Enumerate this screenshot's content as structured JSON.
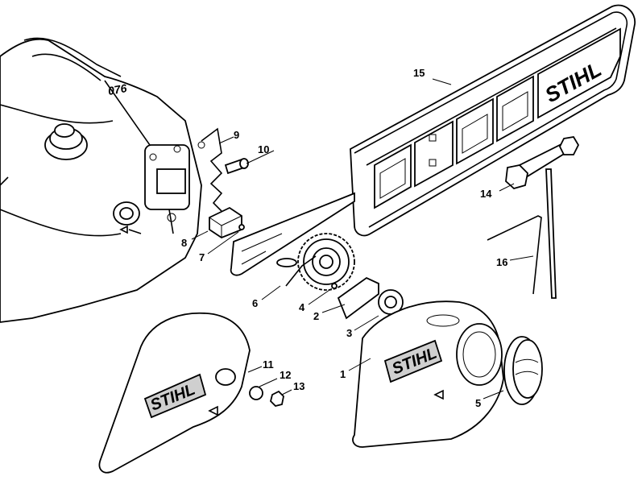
{
  "diagram": {
    "brand_logo": "STIHL",
    "model_mark": "076",
    "callouts": [
      "1",
      "2",
      "3",
      "4",
      "5",
      "6",
      "7",
      "8",
      "9",
      "10",
      "11",
      "12",
      "13",
      "14",
      "15",
      "16"
    ]
  }
}
